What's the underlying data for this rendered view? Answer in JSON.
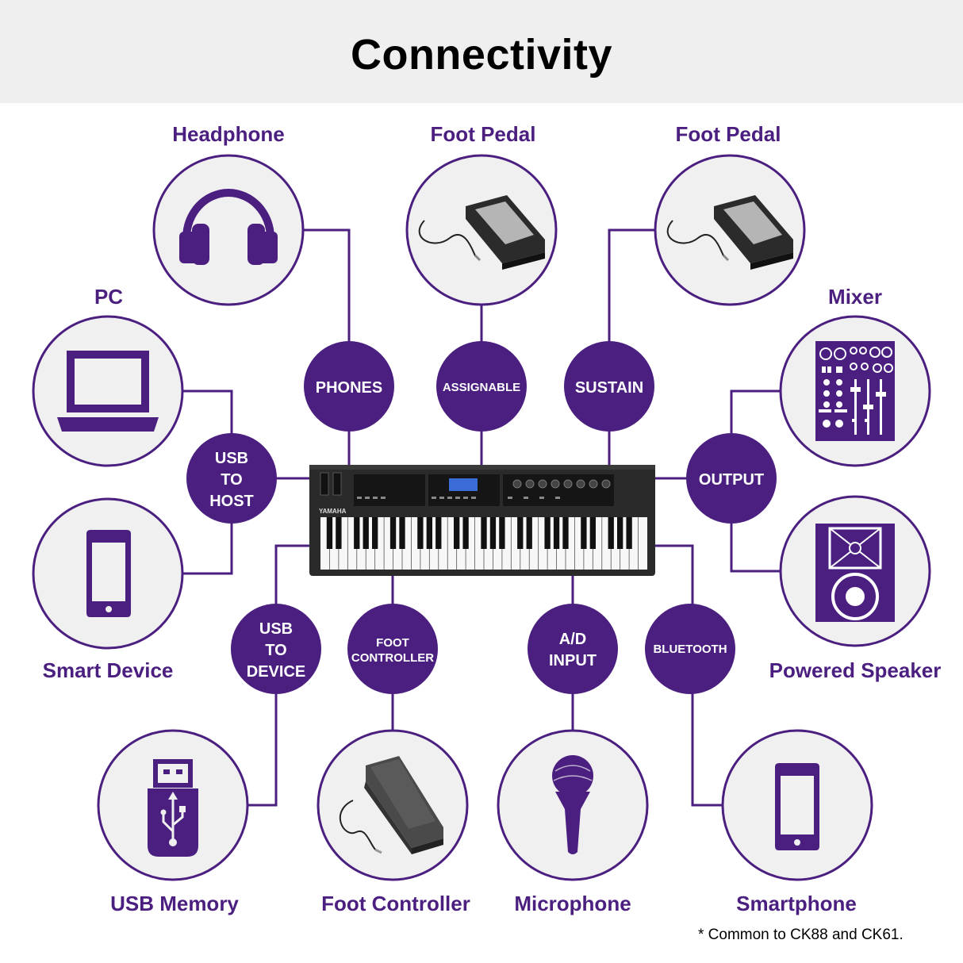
{
  "title": "Connectivity",
  "footnote": "* Common to CK88 and CK61.",
  "colors": {
    "purple": "#4b1f80",
    "header_bg": "#efefef",
    "circle_bg": "#f0f0f0"
  },
  "ports": {
    "phones": "PHONES",
    "assignable": "ASSIGNABLE",
    "sustain": "SUSTAIN",
    "usb_to_host": [
      "USB",
      "TO",
      "HOST"
    ],
    "output": "OUTPUT",
    "usb_to_device": [
      "USB",
      "TO",
      "DEVICE"
    ],
    "foot_controller": [
      "FOOT",
      "CONTROLLER"
    ],
    "ad_input": [
      "A/D",
      "INPUT"
    ],
    "bluetooth": "BLUETOOTH"
  },
  "devices": {
    "headphone": {
      "label": "Headphone",
      "icon": "headphone-icon"
    },
    "foot_pedal_assignable": {
      "label": "Foot Pedal",
      "icon": "foot-pedal-icon"
    },
    "foot_pedal_sustain": {
      "label": "Foot Pedal",
      "icon": "foot-pedal-icon"
    },
    "pc": {
      "label": "PC",
      "icon": "laptop-icon"
    },
    "mixer": {
      "label": "Mixer",
      "icon": "mixer-icon"
    },
    "smart_device": {
      "label": "Smart Device",
      "icon": "smartphone-icon"
    },
    "powered_speaker": {
      "label": "Powered Speaker",
      "icon": "speaker-icon"
    },
    "usb_memory": {
      "label": "USB Memory",
      "icon": "usb-memory-icon"
    },
    "foot_controller": {
      "label": "Foot Controller",
      "icon": "expression-pedal-icon"
    },
    "microphone": {
      "label": "Microphone",
      "icon": "microphone-icon"
    },
    "smartphone": {
      "label": "Smartphone",
      "icon": "smartphone-icon"
    }
  },
  "keyboard": {
    "brand": "YAMAHA",
    "icon": "stage-keyboard-icon"
  }
}
